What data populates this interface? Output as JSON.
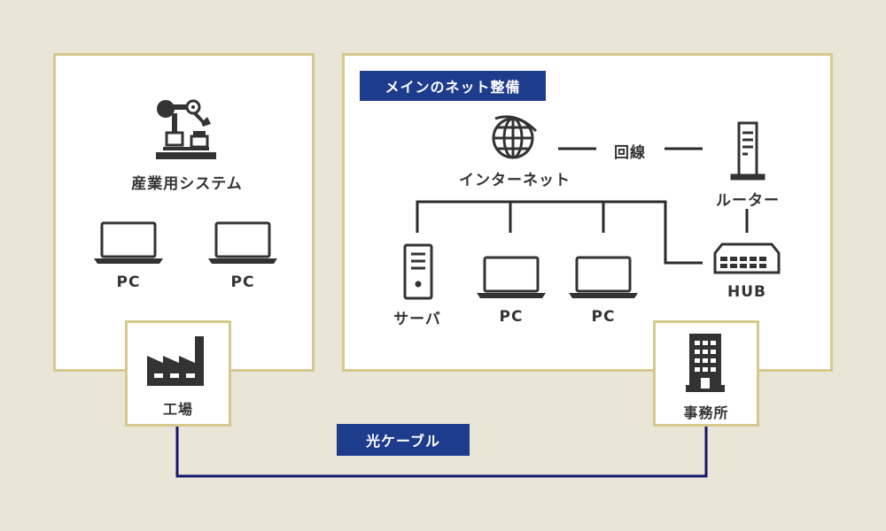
{
  "factory_panel": {
    "system_label": "産業用システム",
    "pc1_label": "PC",
    "pc2_label": "PC",
    "site_label": "工場"
  },
  "office_panel": {
    "title": "メインのネット整備",
    "internet_label": "インターネット",
    "line_label": "回線",
    "router_label": "ルーター",
    "hub_label": "HUB",
    "server_label": "サーバ",
    "pc1_label": "PC",
    "pc2_label": "PC",
    "site_label": "事務所"
  },
  "cable_label": "光ケーブル",
  "colors": {
    "background": "#e9e5d7",
    "panel_border": "#d7c98d",
    "accent_navy": "#1e3c8c",
    "cable": "#14146e",
    "icon": "#333333"
  }
}
